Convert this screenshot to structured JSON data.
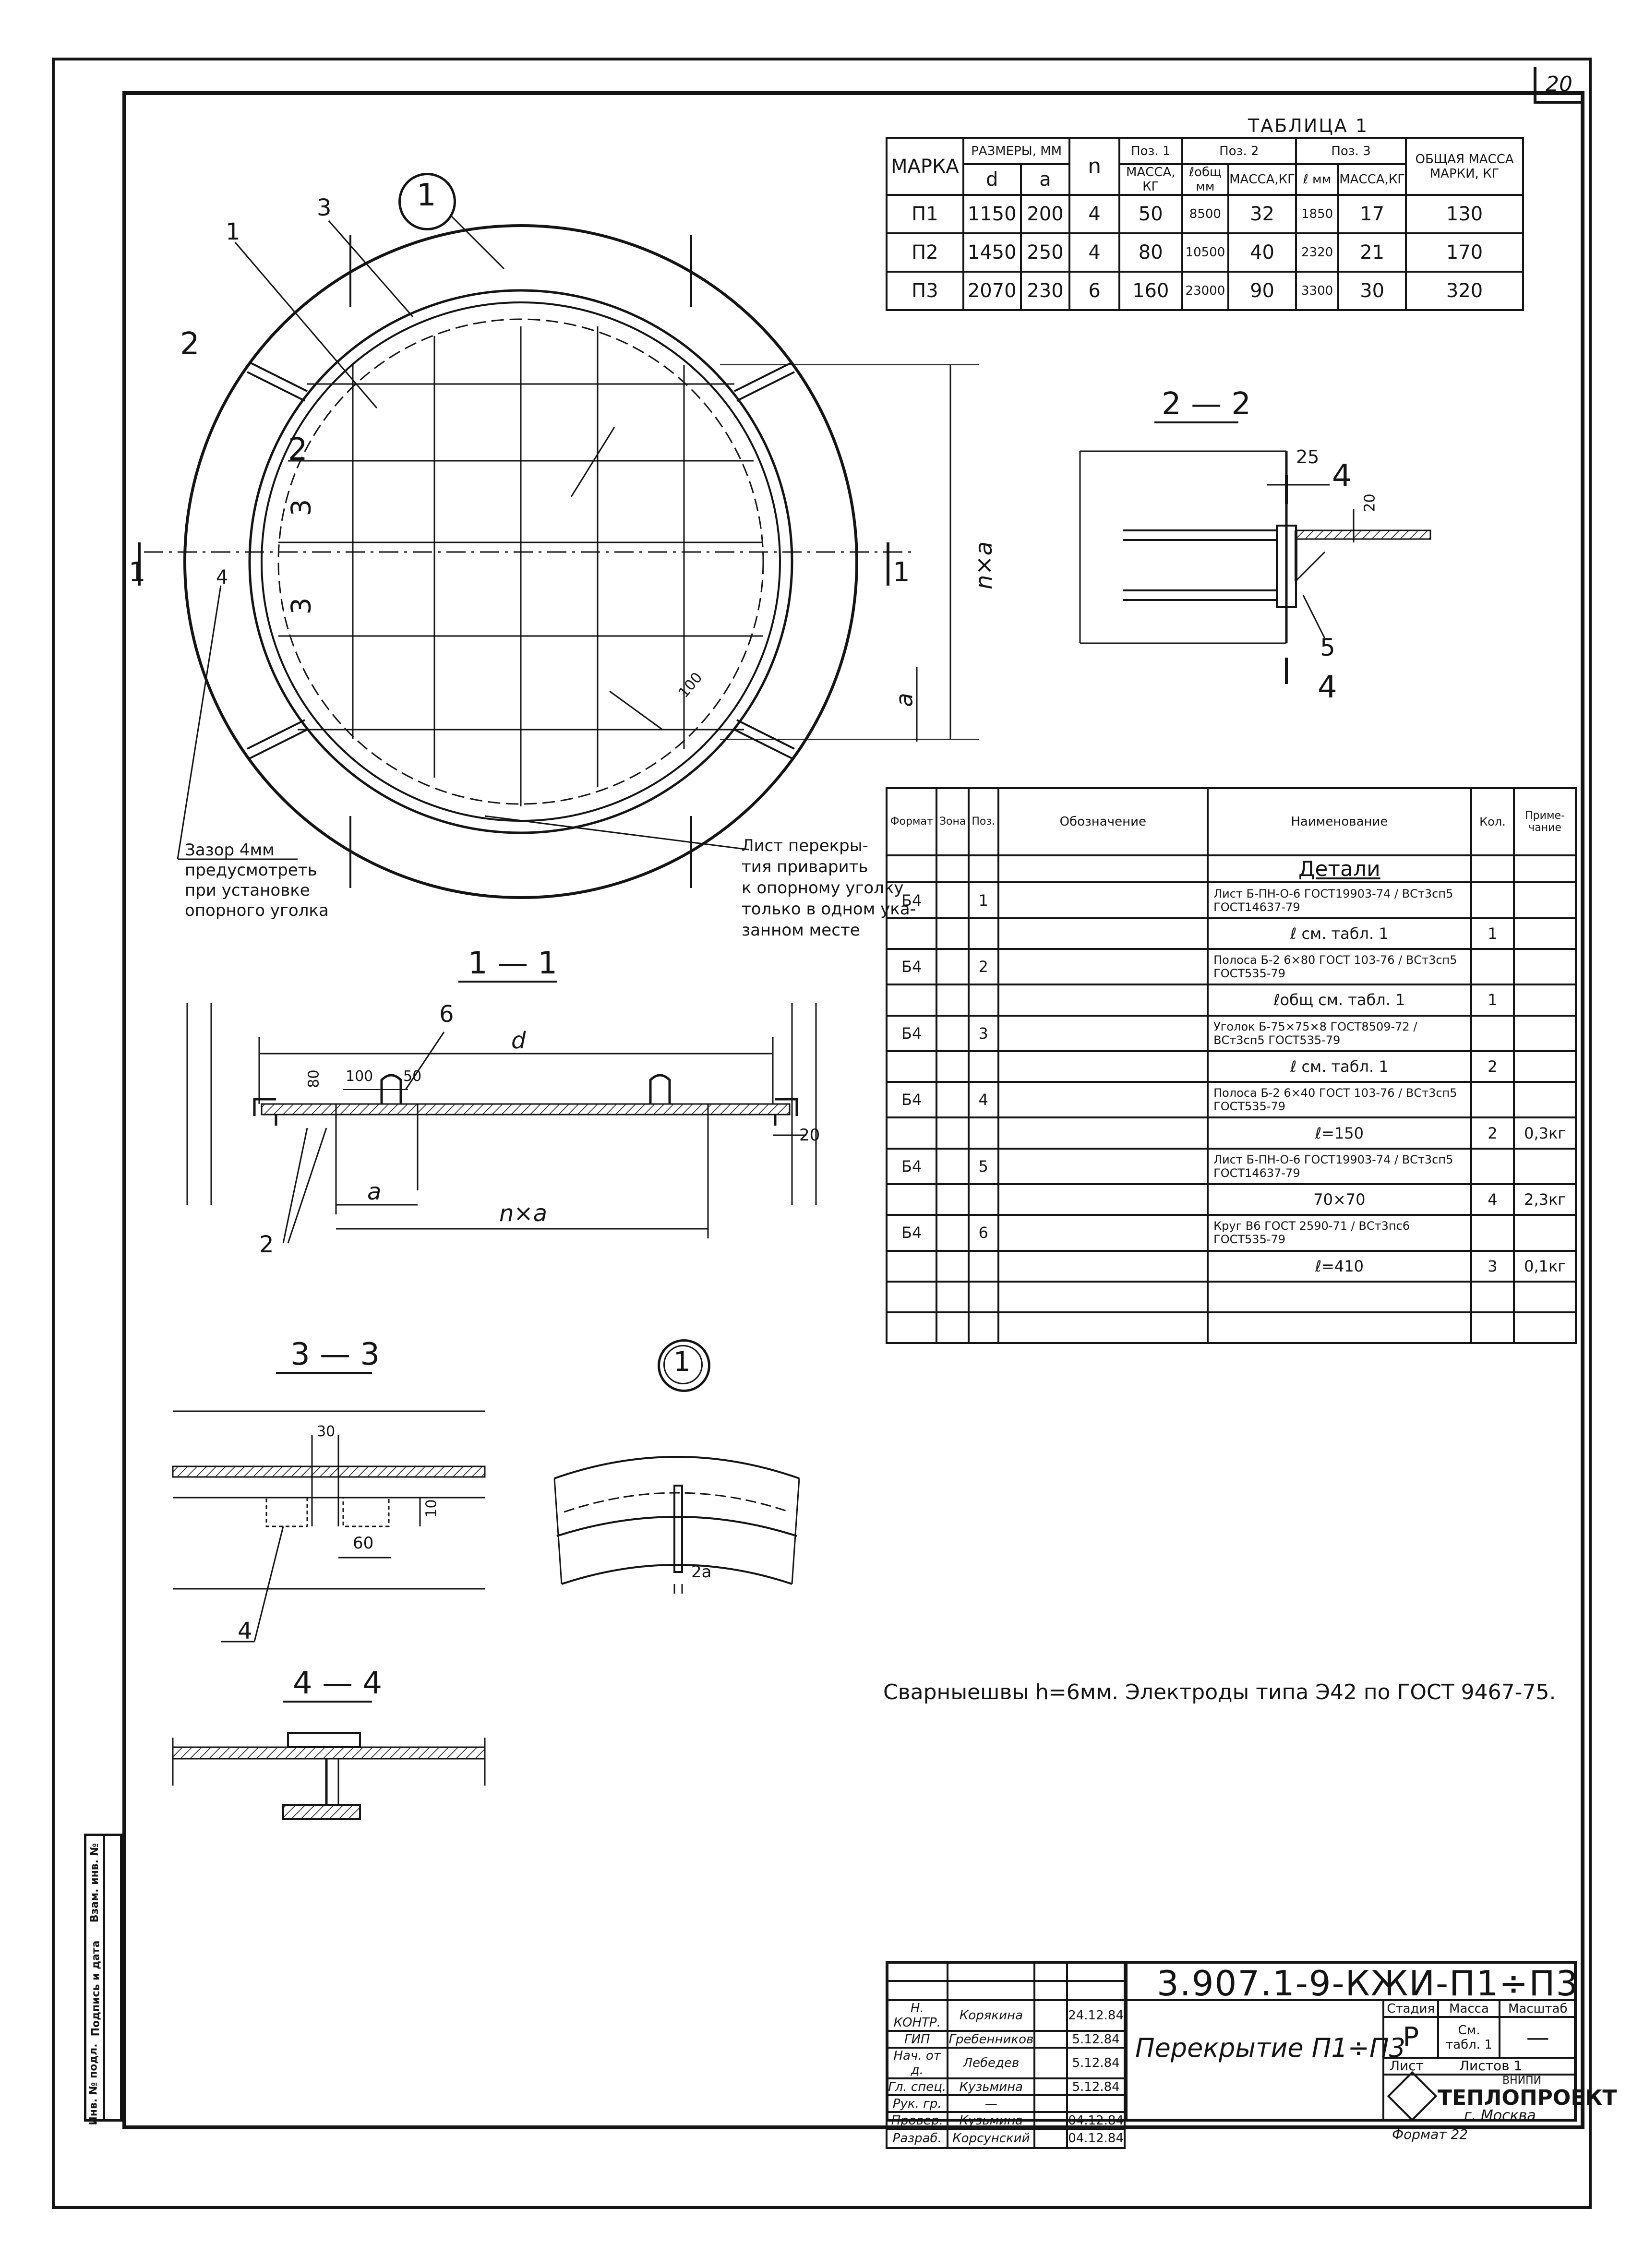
{
  "page_number": "20",
  "table1": {
    "title": "ТАБЛИЦА 1",
    "headers": {
      "mark": "МАРКА",
      "sizes": "РАЗМЕРЫ, ММ",
      "d": "d",
      "a": "a",
      "n": "n",
      "pos1": "Поз. 1",
      "pos1_mass": "МАССА, КГ",
      "pos2": "Поз. 2",
      "pos2_l": "ℓобщ мм",
      "pos2_mass": "МАССА,КГ",
      "pos3": "Поз. 3",
      "pos3_l": "ℓ мм",
      "pos3_mass": "МАССА,КГ",
      "total": "ОБЩАЯ МАССА МАРКИ, КГ"
    },
    "rows": [
      {
        "mark": "П1",
        "d": "1150",
        "a": "200",
        "n": "4",
        "m1": "50",
        "l2": "8500",
        "m2": "32",
        "l3": "1850",
        "m3": "17",
        "total": "130"
      },
      {
        "mark": "П2",
        "d": "1450",
        "a": "250",
        "n": "4",
        "m1": "80",
        "l2": "10500",
        "m2": "40",
        "l3": "2320",
        "m3": "21",
        "total": "170"
      },
      {
        "mark": "П3",
        "d": "2070",
        "a": "230",
        "n": "6",
        "m1": "160",
        "l2": "23000",
        "m2": "90",
        "l3": "3300",
        "m3": "30",
        "total": "320"
      }
    ]
  },
  "plan": {
    "callout_1": "1",
    "label_1": "1",
    "label_3": "3",
    "label_4": "4",
    "section_2_left": "2",
    "section_2_lower": "2",
    "section_3_upper": "3",
    "section_3_lower": "3",
    "section_1_left": "1",
    "section_1_right": "1",
    "dim_nxa": "n×a",
    "dim_a": "a",
    "dim_100": "100"
  },
  "notes": {
    "gap": [
      "Зазор 4мм",
      "предусмотреть",
      "при установке",
      "опорного уголка"
    ],
    "weld": [
      "Лист перекры-",
      "тия приварить",
      "к опорному уголку",
      "только в одном ука-",
      "занном месте"
    ],
    "welds_general": "Сварныешвы h=6мм. Электроды типа Э42 по ГОСТ 9467-75."
  },
  "section22": {
    "title": "2 — 2",
    "d25": "25",
    "d20": "20",
    "l4a": "4",
    "l4b": "4",
    "l5": "5"
  },
  "section11": {
    "title": "1 — 1",
    "d": "d",
    "d80": "80",
    "d100": "100",
    "d50": "50",
    "l6": "6",
    "d20": "20",
    "a": "a",
    "nxa": "n×a",
    "l2": "2"
  },
  "section33": {
    "title": "3 — 3",
    "d30": "30",
    "d10": "10",
    "d60": "60",
    "l4": "4"
  },
  "detail1": {
    "callout": "1",
    "d2a": "2a"
  },
  "section44": {
    "title": "4 — 4"
  },
  "spec": {
    "headers": {
      "format": "Формат",
      "zone": "Зона",
      "pos": "Поз.",
      "designation": "Обозначение",
      "name": "Наименование",
      "qty": "Кол.",
      "note": "Приме-чание"
    },
    "section_title": "Детали",
    "rows": [
      {
        "fmt": "Б4",
        "pos": "1",
        "name": "Лист Б-ПН-О-6 ГОСТ19903-74 / ВСт3сп5 ГОСТ14637-79",
        "qty": "",
        "note": ""
      },
      {
        "fmt": "",
        "pos": "",
        "name": "ℓ см. табл. 1",
        "qty": "1",
        "note": ""
      },
      {
        "fmt": "Б4",
        "pos": "2",
        "name": "Полоса Б-2 6×80 ГОСТ 103-76 / ВСт3сп5 ГОСТ535-79",
        "qty": "",
        "note": ""
      },
      {
        "fmt": "",
        "pos": "",
        "name": "ℓобщ см. табл. 1",
        "qty": "1",
        "note": ""
      },
      {
        "fmt": "Б4",
        "pos": "3",
        "name": "Уголок Б-75×75×8 ГОСТ8509-72 / ВСт3сп5 ГОСТ535-79",
        "qty": "",
        "note": ""
      },
      {
        "fmt": "",
        "pos": "",
        "name": "ℓ см. табл. 1",
        "qty": "2",
        "note": ""
      },
      {
        "fmt": "Б4",
        "pos": "4",
        "name": "Полоса Б-2 6×40 ГОСТ 103-76 / ВСт3сп5 ГОСТ535-79",
        "qty": "",
        "note": ""
      },
      {
        "fmt": "",
        "pos": "",
        "name": "ℓ=150",
        "qty": "2",
        "note": "0,3кг"
      },
      {
        "fmt": "Б4",
        "pos": "5",
        "name": "Лист Б-ПН-О-6 ГОСТ19903-74 / ВСт3сп5 ГОСТ14637-79",
        "qty": "",
        "note": ""
      },
      {
        "fmt": "",
        "pos": "",
        "name": "70×70",
        "qty": "4",
        "note": "2,3кг"
      },
      {
        "fmt": "Б4",
        "pos": "6",
        "name": "Круг В6 ГОСТ 2590-71 / ВСт3пс6 ГОСТ535-79",
        "qty": "",
        "note": ""
      },
      {
        "fmt": "",
        "pos": "",
        "name": "ℓ=410",
        "qty": "3",
        "note": "0,1кг"
      },
      {
        "fmt": "",
        "pos": "",
        "name": "",
        "qty": "",
        "note": ""
      },
      {
        "fmt": "",
        "pos": "",
        "name": "",
        "qty": "",
        "note": ""
      }
    ]
  },
  "title_block": {
    "code": "3.907.1-9-КЖИ-П1÷П3",
    "title": "Перекрытие П1÷П3",
    "stage_label": "Стадия",
    "mass_label": "Масса",
    "scale_label": "Масштаб",
    "stage": "Р",
    "mass": "См. табл. 1",
    "scale": "—",
    "sheet_label": "Лист",
    "sheets_label": "Листов 1",
    "org_small": "ВНИПИ",
    "org": "ТЕПЛОПРОЕКТ",
    "city": "г. Москва",
    "format": "Формат 22",
    "roles": [
      {
        "role": "Н. КОНТР.",
        "name": "Корякина",
        "date": "24.12.84"
      },
      {
        "role": "ГИП",
        "name": "Гребенников",
        "date": "5.12.84"
      },
      {
        "role": "Нач. от д.",
        "name": "Лебедев",
        "date": "5.12.84"
      },
      {
        "role": "Гл. спец.",
        "name": "Кузьмина",
        "date": "5.12.84"
      },
      {
        "role": "Рук. гр.",
        "name": "—",
        "date": ""
      },
      {
        "role": "Провер.",
        "name": "Кузьмина",
        "date": "04.12.84"
      },
      {
        "role": "Разраб.",
        "name": "Корсунский",
        "date": "04.12.84"
      }
    ]
  },
  "side_strip": [
    "Инв. № подл.",
    "Подпись и дата",
    "Взам. инв. №"
  ]
}
